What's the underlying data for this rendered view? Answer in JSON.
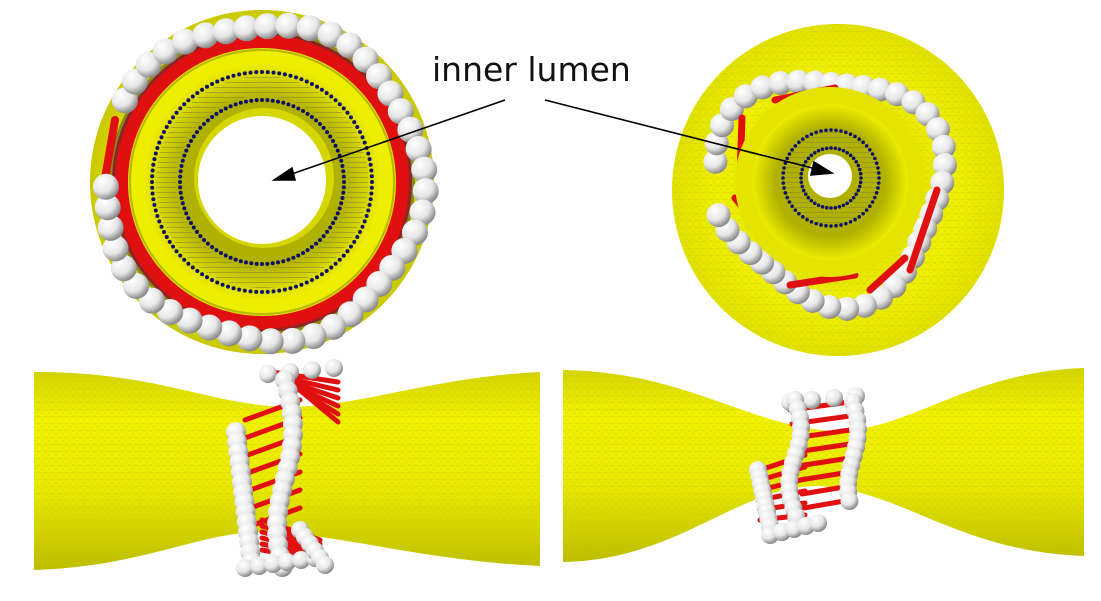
{
  "annotation": {
    "text": "inner lumen"
  },
  "colors": {
    "membrane": "#e8e800",
    "membrane_dark": "#a6a600",
    "bead": "#f2f2f2",
    "bead_shadow": "#9a9a9a",
    "rod": "#e01010",
    "lipid_dot": "#10106a"
  },
  "panels": [
    {
      "view": "top",
      "state": "ring"
    },
    {
      "view": "top",
      "state": "constricted"
    },
    {
      "view": "side",
      "state": "ring"
    },
    {
      "view": "side",
      "state": "constricted"
    }
  ]
}
